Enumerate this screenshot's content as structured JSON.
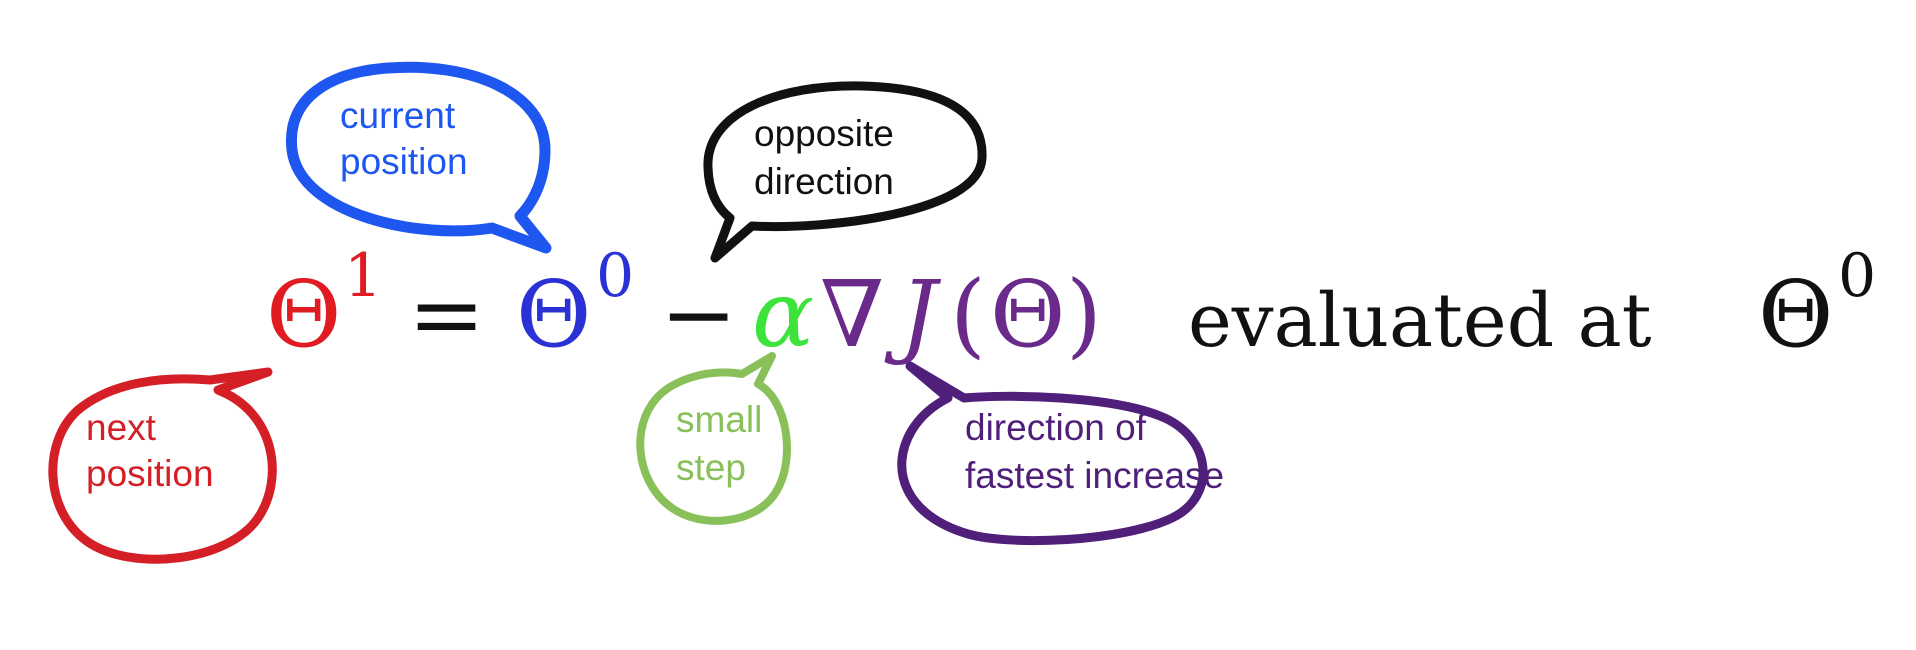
{
  "colors": {
    "red": "#d41f27",
    "blue": "#1e56f0",
    "black": "#111111",
    "green": "#8ac05a",
    "purple": "#4f1f7a",
    "formula_red": "#e11b22",
    "formula_blue": "#2a32d6",
    "formula_green": "#3de23b",
    "formula_purple": "#6a2a8a"
  },
  "formula": {
    "theta_new": "Θ",
    "theta_new_sup": "1",
    "equals": "=",
    "theta_old": "Θ",
    "theta_old_sup": "0",
    "minus": "−",
    "alpha": "α",
    "nabla": "∇",
    "J": "J",
    "open_paren": "(",
    "theta_arg": "Θ",
    "close_paren": ")",
    "tail_text": "evaluated at",
    "tail_theta": "Θ",
    "tail_sup": "0"
  },
  "bubbles": {
    "current_position": {
      "lines": [
        "current",
        "position"
      ],
      "icon": "speech-bubble"
    },
    "opposite_direction": {
      "lines": [
        "opposite",
        "direction"
      ],
      "icon": "speech-bubble"
    },
    "next_position": {
      "lines": [
        "next",
        "position"
      ],
      "icon": "speech-bubble"
    },
    "small_step": {
      "lines": [
        "small",
        "step"
      ],
      "icon": "speech-bubble"
    },
    "direction_fastest": {
      "lines": [
        "direction of",
        "fastest increase"
      ],
      "icon": "speech-bubble"
    }
  }
}
